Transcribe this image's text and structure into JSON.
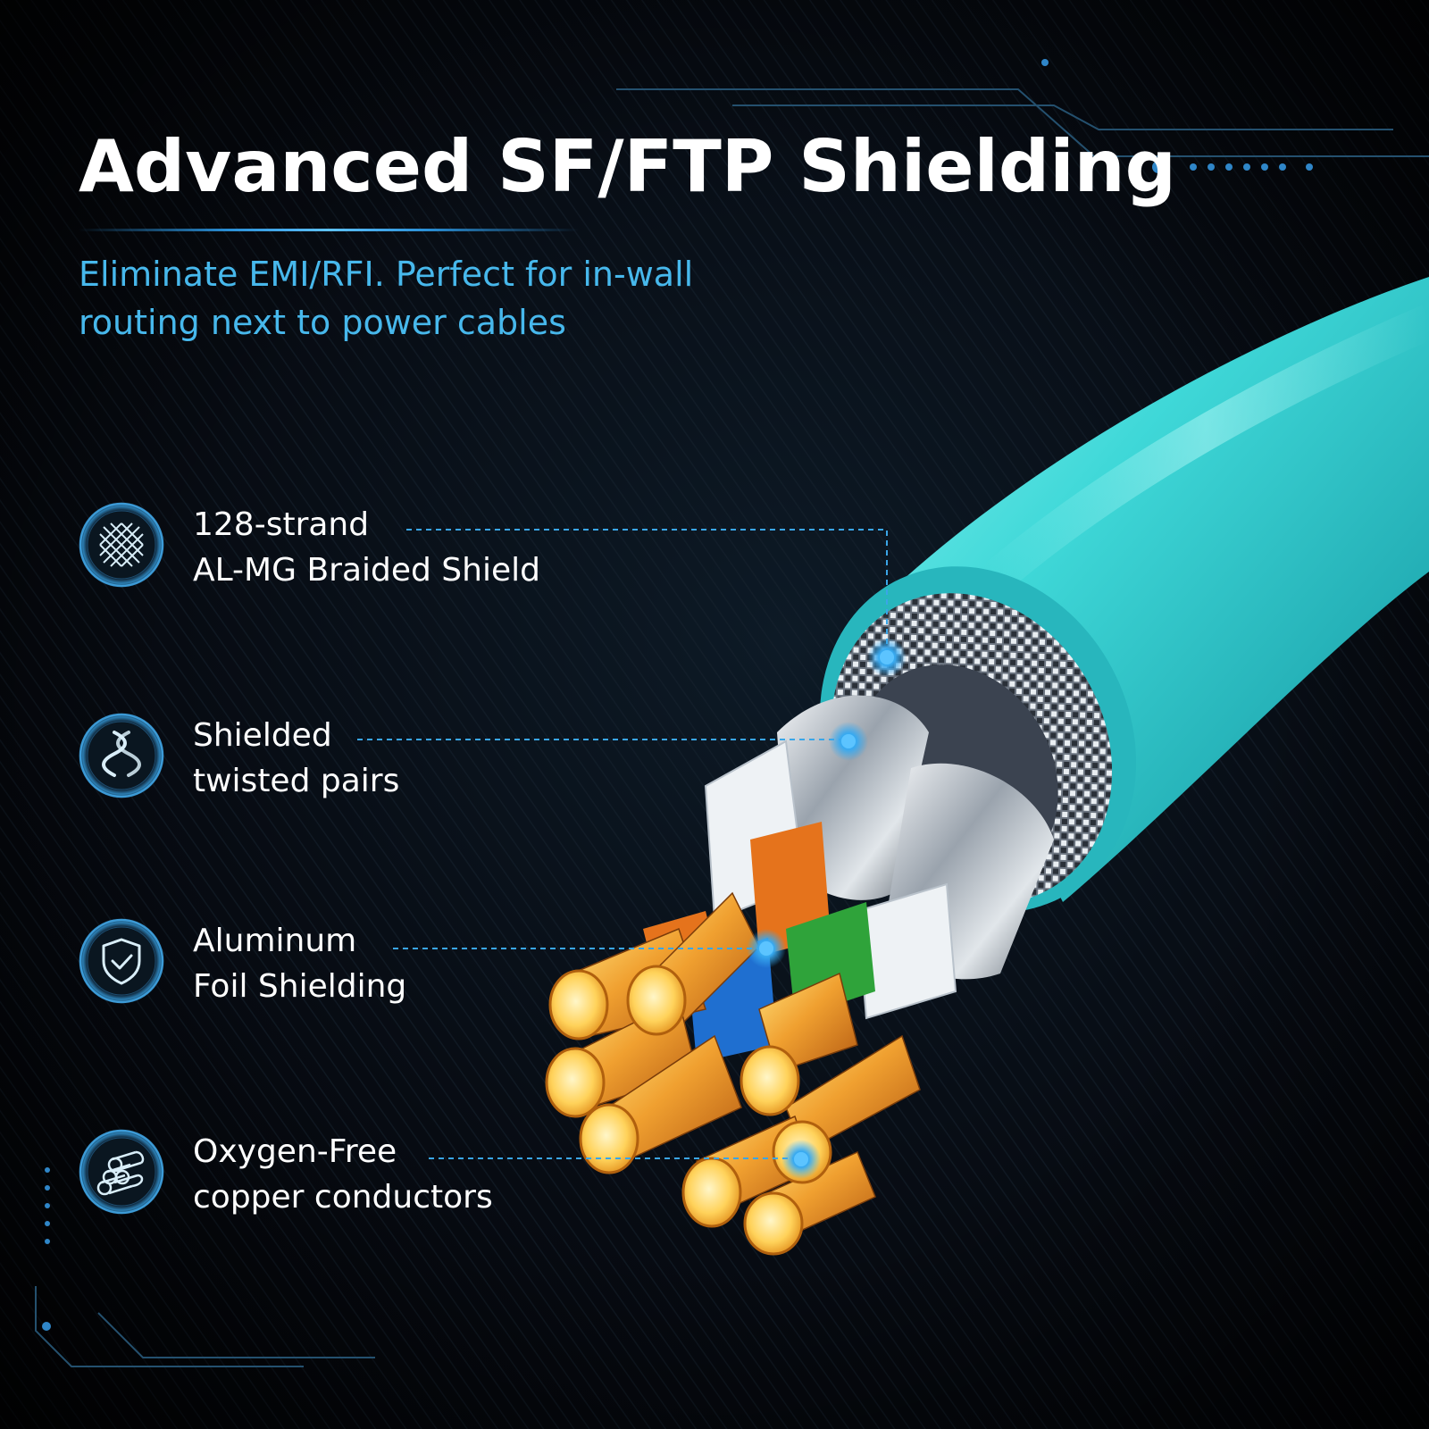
{
  "title": "Advanced SF/FTP Shielding",
  "subtitle": "Eliminate EMI/RFI. Perfect for in-wall routing next to power cables",
  "features": [
    {
      "icon": "braid-mesh-icon",
      "line1": "128-strand",
      "line2": "AL-MG Braided Shield"
    },
    {
      "icon": "twisted-pair-icon",
      "line1": "Shielded",
      "line2": "twisted pairs"
    },
    {
      "icon": "shield-check-icon",
      "line1": "Aluminum",
      "line2": "Foil Shielding"
    },
    {
      "icon": "conductor-bundle-icon",
      "line1": "Oxygen-Free",
      "line2": "copper conductors"
    }
  ],
  "colors": {
    "background": "#05070b",
    "title": "#ffffff",
    "subtitle": "#47b8ec",
    "accent": "#2a8fd6",
    "cable_jacket": "#3fd6d6",
    "copper": "#e8a23a"
  }
}
